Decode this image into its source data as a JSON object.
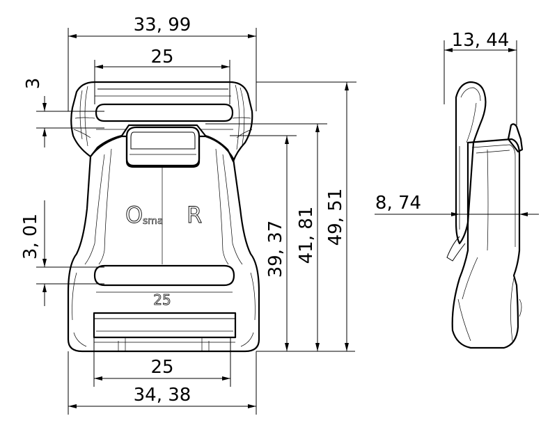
{
  "front_view": {
    "dimensions": {
      "overall_width_top": "33, 99",
      "slot_width_top": "25",
      "top_thickness": "3",
      "bar_thickness": "3, 01",
      "length_inner": "39, 37",
      "length_mid": "41, 81",
      "length_overall": "49, 51",
      "slot_width_bottom": "25",
      "overall_width_bottom": "34, 38"
    },
    "molded_text": "25",
    "brand": {
      "part1": "O",
      "part2": "sma",
      "part3": "R"
    }
  },
  "side_view": {
    "dimensions": {
      "overall_thickness": "13, 44",
      "depth": "8, 74"
    }
  }
}
